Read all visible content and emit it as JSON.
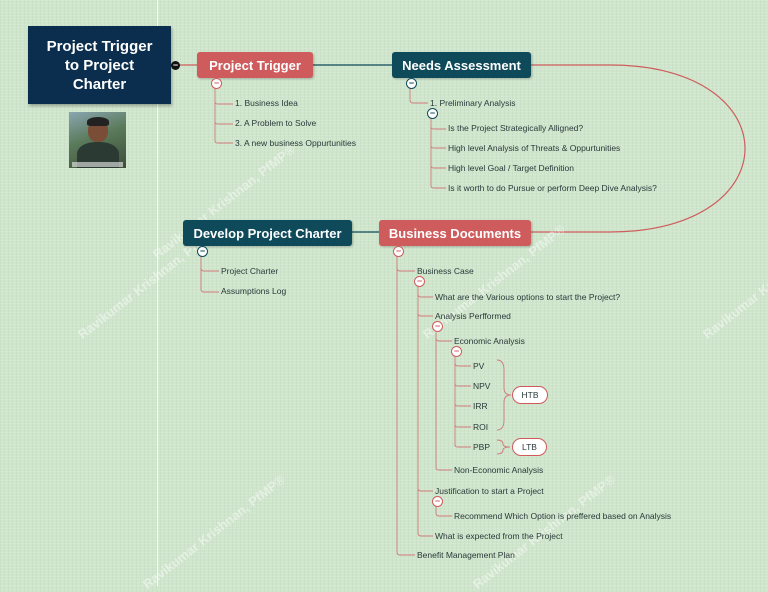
{
  "root": {
    "lines": [
      "Project Trigger",
      "to Project",
      "Charter"
    ]
  },
  "photo": {
    "caption": "Ravikumar Krishnan"
  },
  "watermarks": [
    "Ravikumar Krishnan, PfMP®",
    "Ravikumar Krishnan, PfMP®",
    "Ravikumar Krishnan, PfMP®",
    "Ravikumar Krishnan, PfMP®",
    "Ravikumar Krishnan, PfMP®",
    "Ravikumar Krishnan, PfMP®"
  ],
  "project_trigger": {
    "label": "Project Trigger",
    "items": [
      "1. Business Idea",
      "2. A Problem to Solve",
      "3. A new business Oppurtunities"
    ]
  },
  "needs_assessment": {
    "label": "Needs Assessment",
    "preliminary": "1. Preliminary Analysis",
    "items": [
      "Is the Project Strategically Alligned?",
      "High level Analysis of Threats & Oppurtunities",
      "High level Goal / Target Definition",
      "Is it worth to do Pursue or perform Deep Dive Analysis?"
    ]
  },
  "develop_charter": {
    "label": "Develop Project Charter",
    "items": [
      "Project Charter",
      "Assumptions Log"
    ]
  },
  "business_documents": {
    "label": "Business Documents",
    "business_case": "Business Case",
    "options": "What are the Various options to start the Project?",
    "analysis": "Analysis Perfformed",
    "economic": "Economic Analysis",
    "metrics": [
      "PV",
      "NPV",
      "IRR",
      "ROI",
      "PBP"
    ],
    "htb": "HTB",
    "ltb": "LTB",
    "non_economic": "Non-Economic Analysis",
    "justification": "Justification to start a Project",
    "recommend": "Recommend Which Option is preffered based on Analysis",
    "expected": "What is expected from the Project",
    "benefit_plan": "Benefit Management Plan"
  },
  "colors": {
    "teal": "#0f4a5a",
    "red": "#cf5c5c",
    "navy": "#0c2e4e",
    "branch": "#d05a5a"
  }
}
